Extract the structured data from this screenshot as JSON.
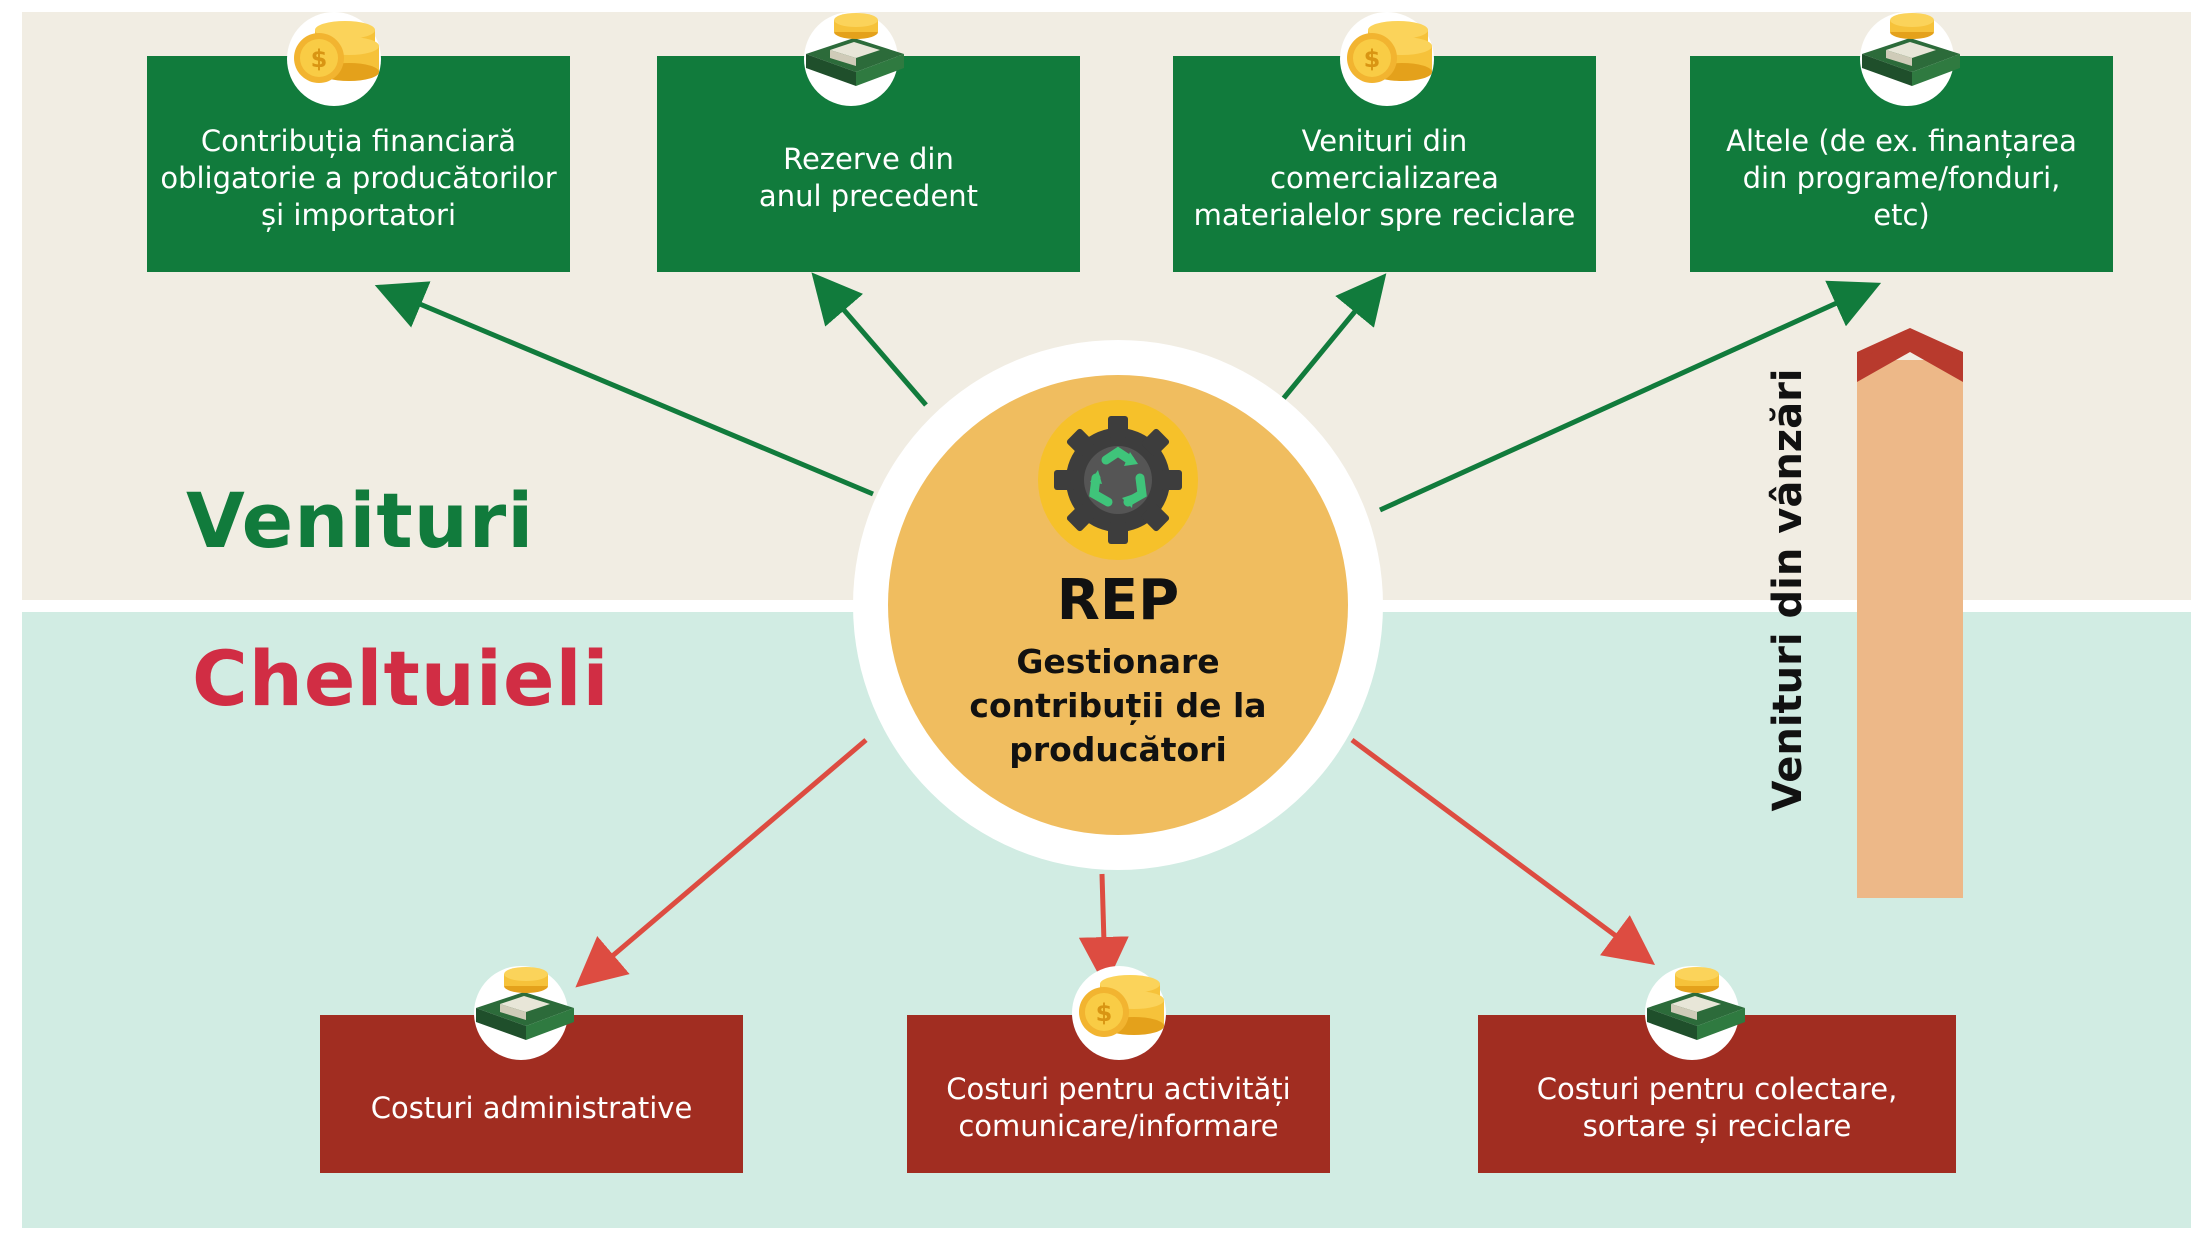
{
  "colors": {
    "top_band": "#f1ede3",
    "bottom_band": "#d1ece3",
    "green": "#117b3c",
    "red": "#a12d21",
    "cheltuieli_text": "#d12d44",
    "center": "#f0bd5f",
    "side_bar": "#edb888",
    "side_chevron": "#b83a2d",
    "green_arrow": "#117b3c",
    "red_arrow": "#dd4c41"
  },
  "labels": {
    "revenue": "Venituri",
    "expenses": "Cheltuieli",
    "side": "Venituri din vânzări"
  },
  "center": {
    "title": "REP",
    "subtitle": "Gestionare\ncontribuții de la\nproducători",
    "icon": "gear-recycle-icon"
  },
  "revenue_boxes": [
    {
      "text": "Contribuția financiară\nobligatorie a producătorilor\nși importatori",
      "icon": "coins-icon"
    },
    {
      "text": "Rezerve din\nanul precedent",
      "icon": "cash-stack-icon"
    },
    {
      "text": "Venituri din\ncomercializarea\nmaterialelor spre reciclare",
      "icon": "coins-icon"
    },
    {
      "text": "Altele (de ex. finanțarea\ndin programe/fonduri,\netc)",
      "icon": "cash-stack-icon"
    }
  ],
  "expense_boxes": [
    {
      "text": "Costuri administrative",
      "icon": "cash-stack-icon"
    },
    {
      "text": "Costuri pentru activități\ncomunicare/informare",
      "icon": "coins-icon"
    },
    {
      "text": "Costuri pentru colectare,\nsortare și reciclare",
      "icon": "cash-stack-icon"
    }
  ]
}
